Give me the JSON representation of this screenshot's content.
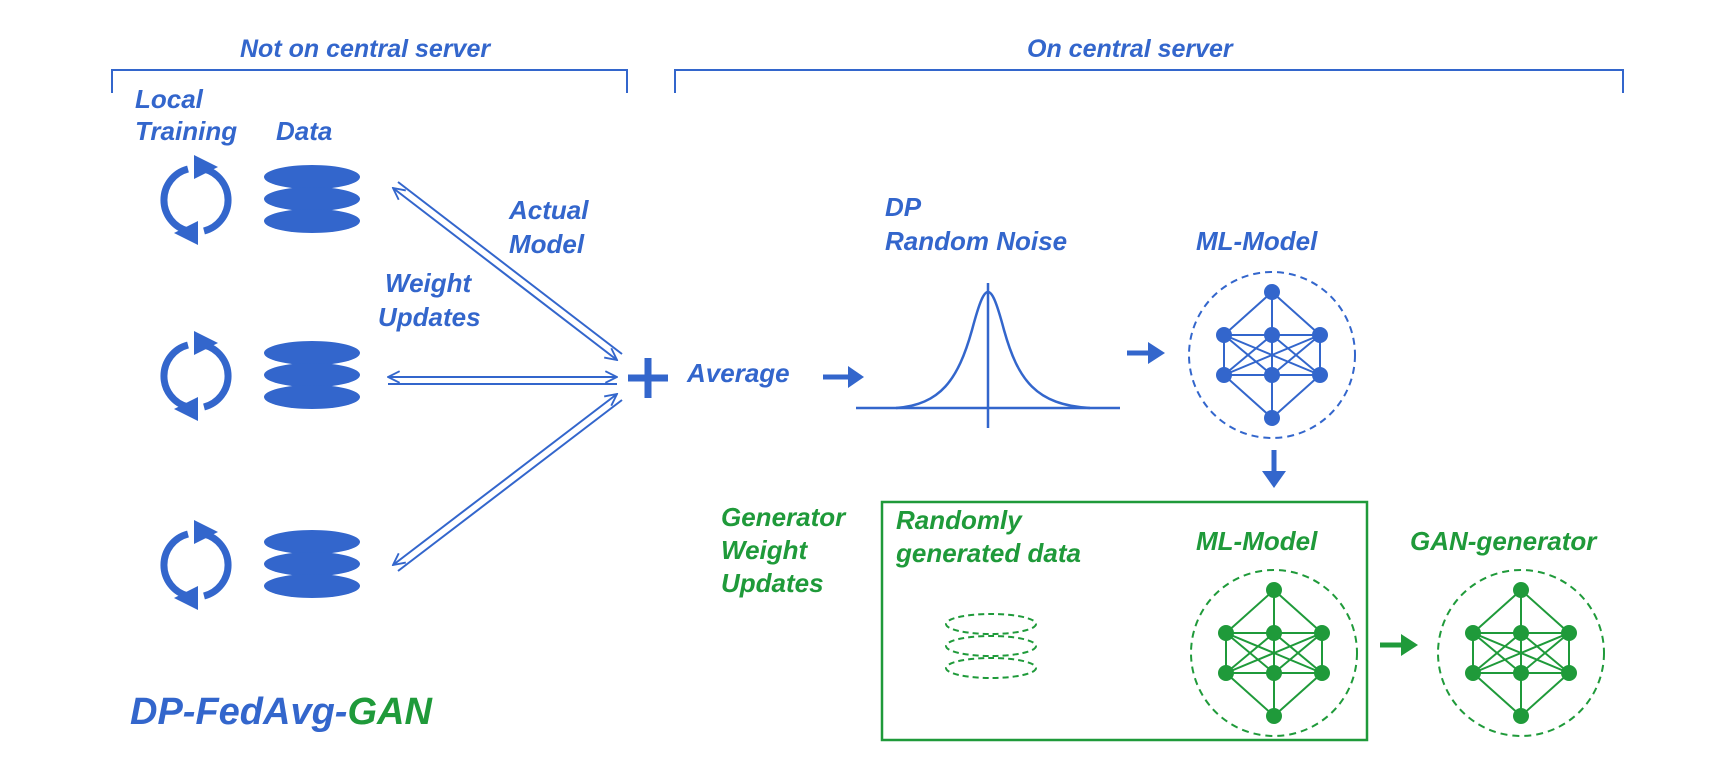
{
  "colors": {
    "blue": "#3366cc",
    "green": "#1f9a3a"
  },
  "labels": {
    "not_on_server": "Not on central server",
    "on_server": "On central server",
    "local_training_1": "Local",
    "local_training_2": "Training",
    "data": "Data",
    "actual_model_1": "Actual",
    "actual_model_2": "Model",
    "weight_updates_1": "Weight",
    "weight_updates_2": "Updates",
    "average": "Average",
    "dp_1": "DP",
    "dp_2": "Random Noise",
    "ml_model_top": "ML-Model",
    "gen_weight_1": "Generator",
    "gen_weight_2": "Weight",
    "gen_weight_3": "Updates",
    "random_data_1": "Randomly",
    "random_data_2": "generated data",
    "ml_model_bottom": "ML-Model",
    "gan_generator": "GAN-generator",
    "title_part1": "DP-FedAvg-",
    "title_part2": "GAN"
  },
  "icons": [
    "refresh-cycle-icon",
    "database-icon",
    "gaussian-curve-icon",
    "neural-network-icon",
    "dashed-database-icon",
    "plus-icon",
    "arrow-icon"
  ]
}
